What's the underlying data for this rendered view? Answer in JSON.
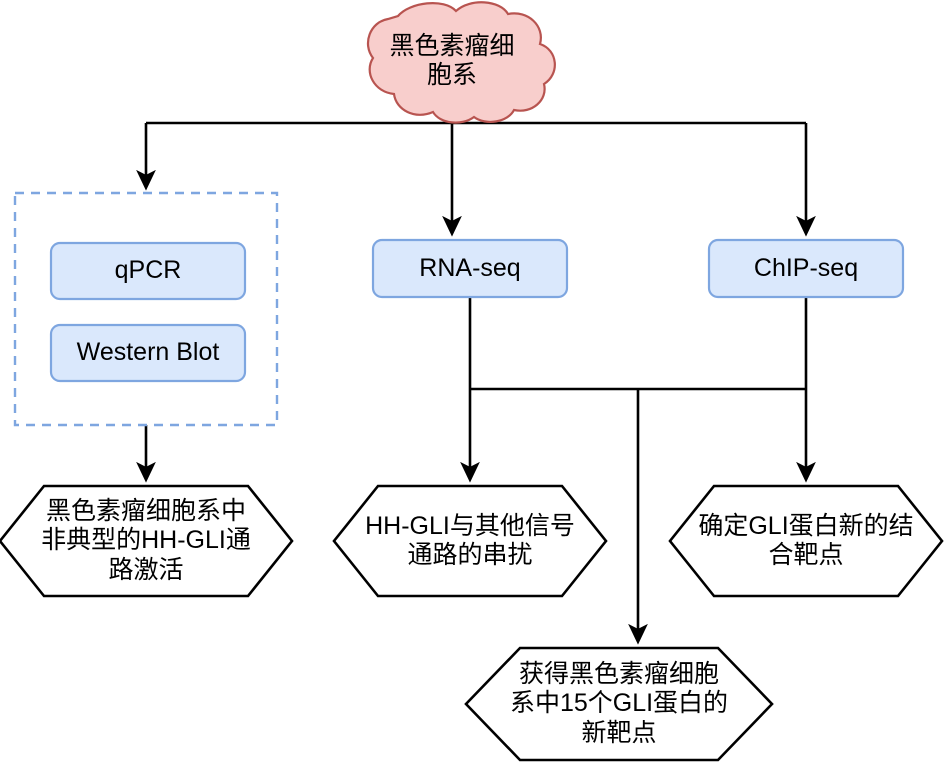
{
  "diagram": {
    "title": "Melanoma HH-GLI experimental workflow",
    "colors": {
      "cloud_fill": "#f8cecc",
      "cloud_stroke": "#b85450",
      "process_fill": "#dae8fc",
      "process_stroke": "#7ea6e0",
      "dashed_stroke": "#7ea6e0",
      "hexagon_fill": "#ffffff",
      "hexagon_stroke": "#000000",
      "connector": "#000000"
    },
    "source": {
      "id": "melanoma-cell-lines",
      "label": "黑色素瘤细\n胞系",
      "shape": "cloud"
    },
    "group": {
      "id": "assay-group",
      "shape": "dashed-container",
      "label": ""
    },
    "processes": [
      {
        "id": "qpcr",
        "label": "qPCR",
        "shape": "rounded-rect"
      },
      {
        "id": "western-blot",
        "label": "Western Blot",
        "shape": "rounded-rect"
      },
      {
        "id": "rna-seq",
        "label": "RNA-seq",
        "shape": "rounded-rect"
      },
      {
        "id": "chip-seq",
        "label": "ChIP-seq",
        "shape": "rounded-rect"
      }
    ],
    "outcomes": [
      {
        "id": "outcome-noncanonical",
        "label": "黑色素瘤细胞系中\n非典型的HH-GLI通\n路激活",
        "shape": "hexagon"
      },
      {
        "id": "outcome-crosstalk",
        "label": "HH-GLI与其他信号\n通路的串扰",
        "shape": "hexagon"
      },
      {
        "id": "outcome-binding-targets",
        "label": "确定GLI蛋白新的结\n合靶点",
        "shape": "hexagon"
      },
      {
        "id": "outcome-15-targets",
        "label": "获得黑色素瘤细胞\n系中15个GLI蛋白的\n新靶点",
        "shape": "hexagon"
      }
    ],
    "connectors": [
      {
        "id": "source-to-qpcr-group",
        "from": "melanoma-cell-lines",
        "to": "assay-group",
        "arrow": true
      },
      {
        "id": "source-to-rna-seq",
        "from": "melanoma-cell-lines",
        "to": "rna-seq",
        "arrow": true
      },
      {
        "id": "source-to-chip-seq",
        "from": "melanoma-cell-lines",
        "to": "chip-seq",
        "arrow": true
      },
      {
        "id": "group-to-noncanonical",
        "from": "assay-group",
        "to": "outcome-noncanonical",
        "arrow": true
      },
      {
        "id": "rna-seq-to-crosstalk",
        "from": "rna-seq",
        "to": "outcome-crosstalk",
        "arrow": true
      },
      {
        "id": "chip-seq-to-binding-targets",
        "from": "chip-seq",
        "to": "outcome-binding-targets",
        "arrow": true
      },
      {
        "id": "merged-to-15-targets",
        "from": "rna-seq+chip-seq",
        "to": "outcome-15-targets",
        "arrow": true
      }
    ]
  }
}
